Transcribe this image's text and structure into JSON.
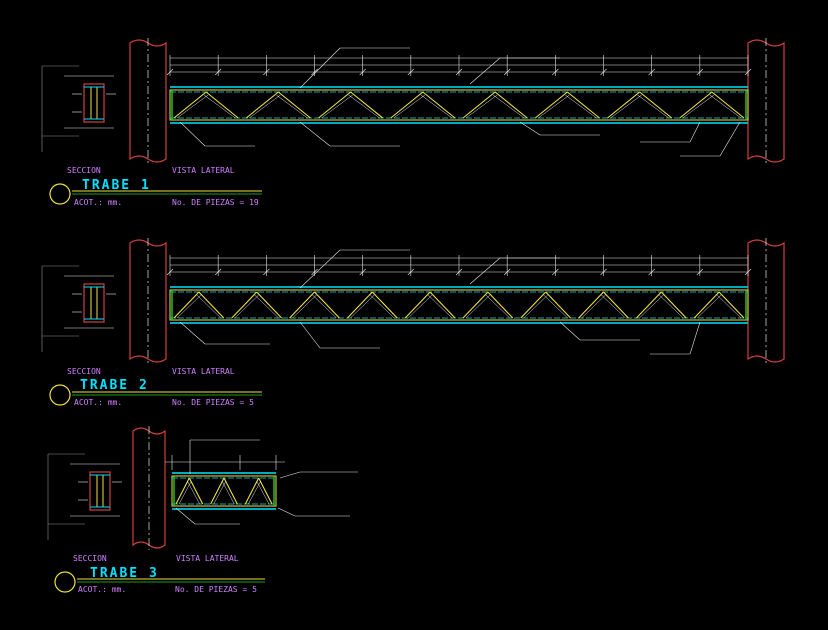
{
  "colors": {
    "background": "#000000",
    "column": "#d04040",
    "cyan": "#00e0ff",
    "yellow": "#f0e040",
    "white": "#e8e8e8",
    "magenta": "#d080ff",
    "green": "#20d020",
    "grey": "#909090"
  },
  "beams": [
    {
      "section_label": "SECCION",
      "view_label": "VISTA LATERAL",
      "title": "TRABE 1",
      "units": "ACOT.: mm.",
      "pieces": "No. DE PIEZAS = 19"
    },
    {
      "section_label": "SECCION",
      "view_label": "VISTA LATERAL",
      "title": "TRABE 2",
      "units": "ACOT.: mm.",
      "pieces": "No. DE PIEZAS = 5"
    },
    {
      "section_label": "SECCION",
      "view_label": "VISTA LATERAL",
      "title": "TRABE 3",
      "units": "ACOT.: mm.",
      "pieces": "No. DE PIEZAS = 5"
    }
  ]
}
